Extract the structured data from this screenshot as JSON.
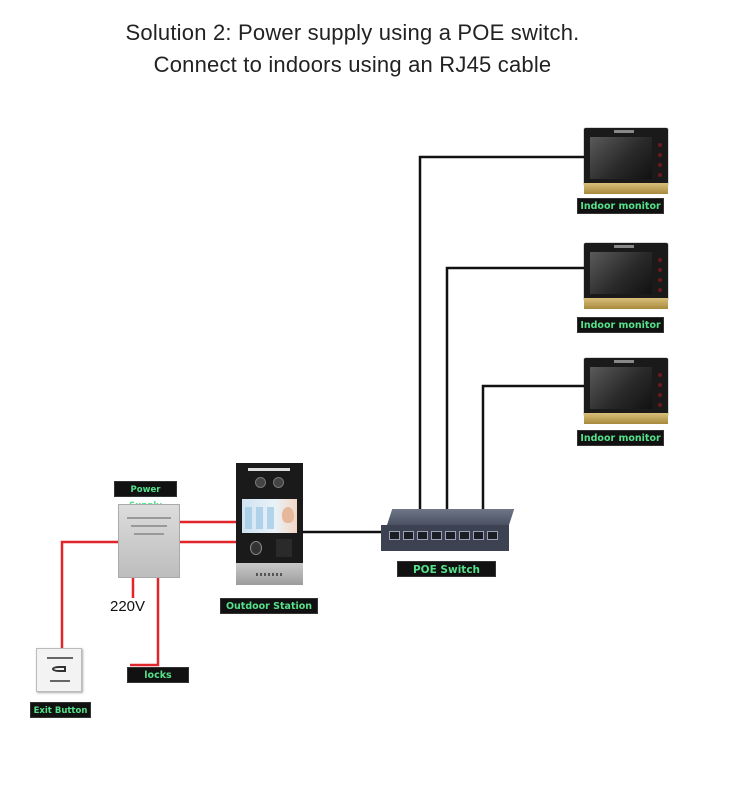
{
  "title": {
    "line1": "Solution 2: Power supply using a POE switch.",
    "line2": "Connect to indoors using an RJ45 cable"
  },
  "labels": {
    "indoor_monitor_1": "Indoor monitor",
    "indoor_monitor_2": "Indoor monitor",
    "indoor_monitor_3": "Indoor monitor",
    "power_supply": "Power Supply",
    "poe_switch": "POE Switch",
    "outdoor_station": "Outdoor Station",
    "locks": "locks",
    "exit_button": "Exit Button",
    "voltage": "220V"
  },
  "colors": {
    "label_bg": "#111111",
    "label_text": "#55e08a",
    "rj45_wire": "#111111",
    "power_wire": "#e0262b"
  }
}
